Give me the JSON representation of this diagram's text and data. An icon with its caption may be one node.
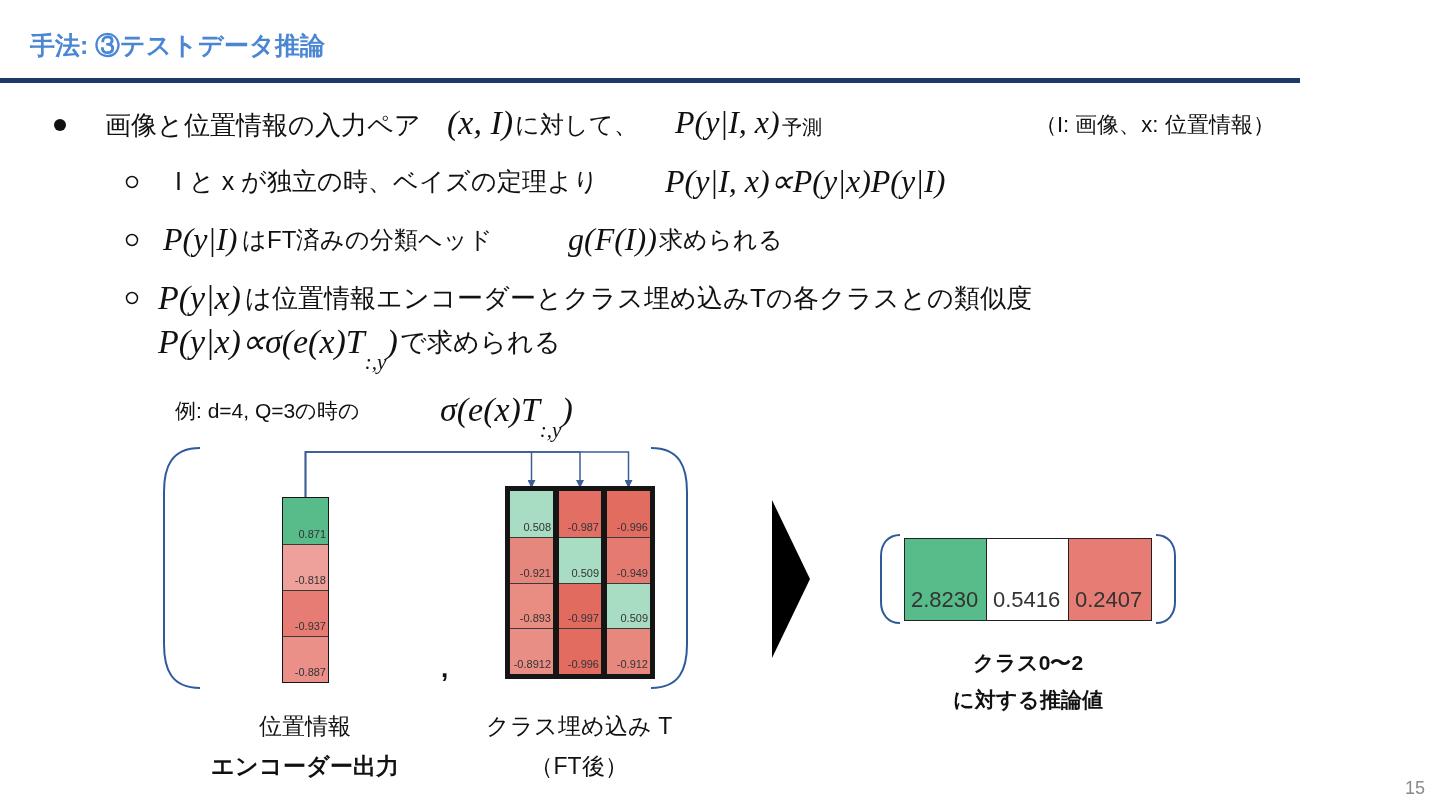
{
  "diagram": {
    "title": "手法: ③テストデータ推論",
    "nodes": [
      {
        "text": [],
        "shape": "bracket"
      },
      {
        "text": [],
        "shape": "box",
        "in": 0,
        "beside": [
          "位置情報",
          "エンコーダー出力"
        ]
      },
      {
        "text": [
          "0.871"
        ],
        "in": 1
      },
      {
        "text": [
          "-0.818"
        ],
        "in": 1
      },
      {
        "text": [
          "-0.937"
        ],
        "in": 1
      },
      {
        "text": [
          "-0.887"
        ],
        "in": 1
      },
      {
        "text": [],
        "shape": "box",
        "in": 0,
        "beside": [
          "クラス埋め込み T",
          "（FT後）"
        ]
      },
      {
        "text": [],
        "shape": "box",
        "in": 6
      },
      {
        "text": [
          "0.508"
        ],
        "in": 7
      },
      {
        "text": [
          "-0.921"
        ],
        "in": 7
      },
      {
        "text": [
          "-0.893"
        ],
        "in": 7
      },
      {
        "text": [
          "-0.8912"
        ],
        "in": 7
      },
      {
        "text": [],
        "shape": "box",
        "in": 6
      },
      {
        "text": [
          "-0.987"
        ],
        "in": 12
      },
      {
        "text": [
          "0.509"
        ],
        "in": 12
      },
      {
        "text": [
          "-0.997"
        ],
        "in": 12
      },
      {
        "text": [
          "-0.996"
        ],
        "in": 12
      },
      {
        "text": [],
        "shape": "box",
        "in": 6
      },
      {
        "text": [
          "-0.996"
        ],
        "in": 17
      },
      {
        "text": [
          "-0.949"
        ],
        "in": 17
      },
      {
        "text": [
          "0.509"
        ],
        "in": 17
      },
      {
        "text": [
          "-0.912"
        ],
        "in": 17
      },
      {
        "text": [],
        "shape": "bracket",
        "beside": [
          "クラス0〜2",
          "に対する推論値"
        ]
      },
      {
        "text": [
          "2.8230"
        ],
        "in": 22
      },
      {
        "text": [
          "0.5416"
        ],
        "in": 22
      },
      {
        "text": [
          "0.2407"
        ],
        "in": 22
      }
    ],
    "edges": [
      {
        "from": 1,
        "to": 7,
        "arrow": "to"
      },
      {
        "from": 1,
        "to": 12,
        "arrow": "to"
      },
      {
        "from": 1,
        "to": 17,
        "arrow": "to"
      },
      {
        "from": 0,
        "to": 22,
        "arrow": "to"
      }
    ],
    "labels": [
      "画像と位置情報の入力ペア",
      "(x, I)",
      "に対して、",
      "P(y|I, x)",
      "予測",
      "（I: 画像、x: 位置情報）",
      "I と x が独立の時、ベイズの定理より",
      "P(y|I, x)∝P(y|x)P(y|I)",
      "P(y|I)",
      "はFT済みの分類ヘッド",
      "g(F(I))",
      "求められる",
      "P(y|x)",
      "は位置情報エンコーダーとクラス埋め込みTの各クラスとの類似度",
      "P(y|x)∝σ(e(x)T$_{:,y}$)",
      "で求められる",
      "例: d=4, Q=3の時の",
      "σ(e(x)T$_{:,y}$)",
      ",",
      "15"
    ]
  }
}
